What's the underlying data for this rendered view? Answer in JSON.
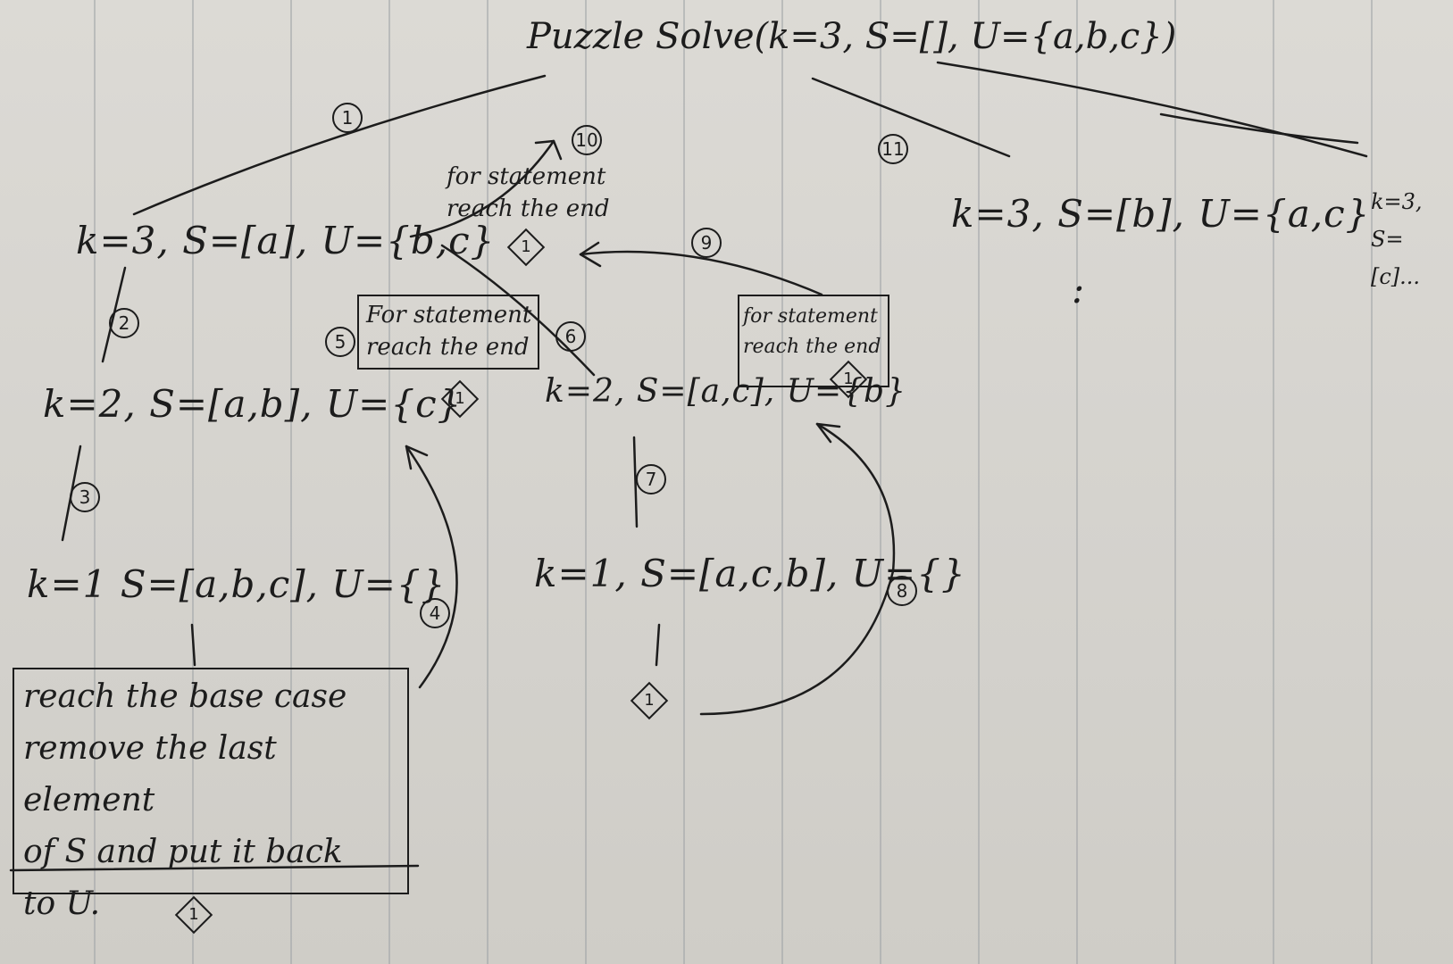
{
  "nodes": {
    "root": "Puzzle Solve(k=3, S=[], U={a,b,c})",
    "left_k3": "k=3, S=[a], U={b,c}",
    "mid_k3": "k=3, S=[b], U={a,c}",
    "right_k3": "k=3, S=[c]...",
    "left_k2": "k=2, S=[a,b], U={c}",
    "right_k2": "k=2, S=[a,c], U={b}",
    "left_k1": "k=1 S=[a,b,c], U={}",
    "right_k1": "k=1, S=[a,c,b], U={}"
  },
  "notes": {
    "top_note": [
      "for statement",
      "reach the end"
    ],
    "box_5": [
      "For statement",
      "reach the end"
    ],
    "box_right": [
      "for statement",
      "reach the end"
    ],
    "base_case": [
      "reach the base case",
      "remove the last element",
      "of S and put it back",
      "to U."
    ],
    "ellipsis": ":"
  },
  "step_labels": [
    "1",
    "2",
    "3",
    "4",
    "5",
    "6",
    "7",
    "8",
    "9",
    "10",
    "11"
  ],
  "diamond_label": "1"
}
